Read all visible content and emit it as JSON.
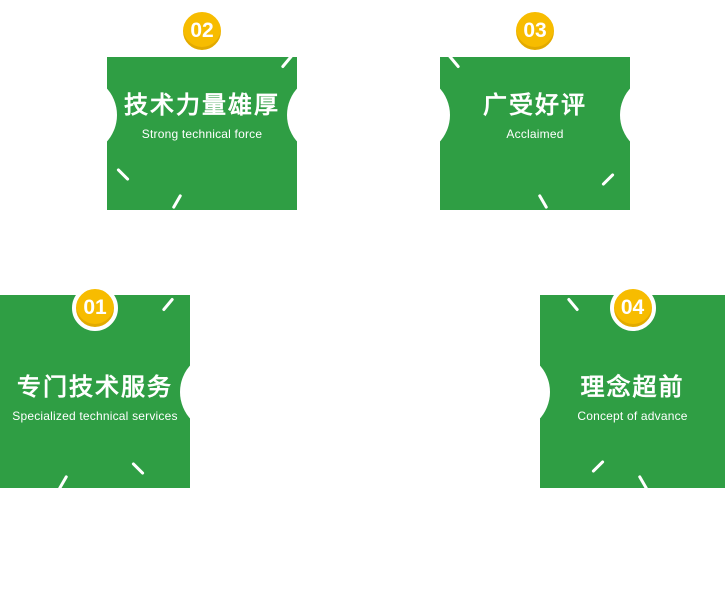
{
  "colors": {
    "card_green": "#2f9e44",
    "badge_yellow": "#f7bc00",
    "text_white": "#ffffff"
  },
  "cards": [
    {
      "number": "01",
      "title": "专门技术服务",
      "subtitle": "Specialized technical services"
    },
    {
      "number": "02",
      "title": "技术力量雄厚",
      "subtitle": "Strong technical force"
    },
    {
      "number": "03",
      "title": "广受好评",
      "subtitle": "Acclaimed"
    },
    {
      "number": "04",
      "title": "理念超前",
      "subtitle": "Concept of advance"
    }
  ]
}
